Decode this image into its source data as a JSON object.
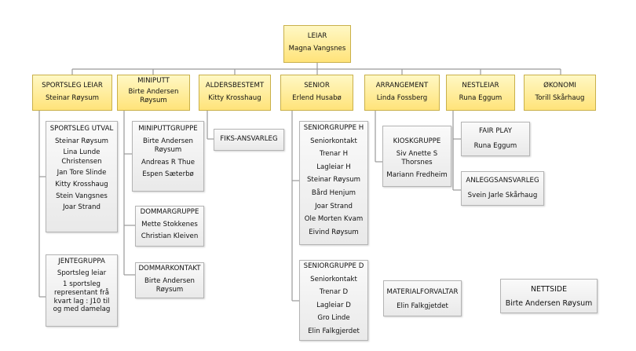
{
  "root": {
    "title": "LEIAR",
    "name": "Magna Vangsnes"
  },
  "level2": [
    {
      "title": "SPORTSLEG LEIAR",
      "name": "Steinar Røysum"
    },
    {
      "title": "MINIPUTT",
      "name": "Birte Andersen Røysum"
    },
    {
      "title": "ALDERSBESTEMT",
      "name": "Kitty Krosshaug"
    },
    {
      "title": "SENIOR",
      "name": "Erlend Husabø"
    },
    {
      "title": "ARRANGEMENT",
      "name": "Linda Fossberg"
    },
    {
      "title": "NESTLEIAR",
      "name": "Runa Eggum"
    },
    {
      "title": "ØKONOMI",
      "name": "Torill Skårhaug"
    }
  ],
  "groups": {
    "sportsleg_utval": {
      "title": "SPORTSLEG UTVAL",
      "members": [
        "Steinar Røysum",
        "Lina Lunde Christensen",
        "Jan Tore Slinde",
        "Kitty Krosshaug",
        "Stein Vangsnes",
        "Joar Strand"
      ]
    },
    "jentegruppa": {
      "title": "JENTEGRUPPA",
      "members": [
        "Sportsleg leiar",
        "1 sportsleg representant frå kvart lag : J10 til og med damelag"
      ]
    },
    "miniputtgruppe": {
      "title": "MINIPUTTGRUPPE",
      "members": [
        "Birte Andersen Røysum",
        "Andreas R Thue",
        "Espen Sæterbø"
      ]
    },
    "dommargruppe": {
      "title": "DOMMARGRUPPE",
      "members": [
        "Mette Stokkenes",
        "Christian Kleiven"
      ]
    },
    "dommarkontakt": {
      "title": "DOMMARKONTAKT",
      "members": [
        "Birte Andersen Røysum"
      ]
    },
    "fiks": {
      "title": "FIKS-ANSVARLEG"
    },
    "seniorgruppe_h": {
      "title": "SENIORGRUPPE H",
      "members": [
        "Seniorkontakt",
        "Trenar H",
        "Lagleiar H",
        "Steinar Røysum",
        "Bård Henjum",
        "Joar Strand",
        "Ole Morten Kvam",
        "Eivind Røysum"
      ]
    },
    "seniorgruppe_d": {
      "title": "SENIORGRUPPE D",
      "members": [
        "Seniorkontakt",
        "Trenar D",
        "Lagleiar D",
        "Gro Linde",
        "Elin Falkgjerdet"
      ]
    },
    "kioskgruppe": {
      "title": "KIOSKGRUPPE",
      "members": [
        "Siv Anette S Thorsnes",
        "Mariann Fredheim"
      ]
    },
    "materialforvaltar": {
      "title": "MATERIALFORVALTAR",
      "members": [
        "Elin Falkgjetdet"
      ]
    },
    "fair_play": {
      "title": "FAIR PLAY",
      "members": [
        "Runa Eggum"
      ]
    },
    "anleggsansvarleg": {
      "title": "ANLEGGSANSVARLEG",
      "members": [
        "Svein Jarle Skårhaug"
      ]
    },
    "nettside": {
      "title": "NETTSIDE",
      "members": [
        "Birte Andersen Røysum"
      ]
    }
  }
}
